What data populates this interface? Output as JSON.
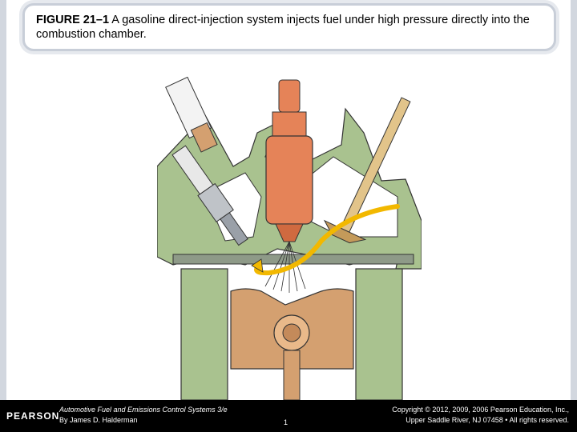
{
  "caption": {
    "figure_label": "FIGURE 21–1",
    "text": " A gasoline direct-injection system injects fuel under high pressure directly into the combustion chamber."
  },
  "footer": {
    "logo": "PEARSON",
    "book_title": "Automotive Fuel and Emissions Control Systems 3/e",
    "author": "By James D. Halderman",
    "copyright_line1": "Copyright © 2012, 2009, 2006 Pearson Education, Inc.,",
    "copyright_line2": "Upper Saddle River, NJ 07458 • All rights reserved.",
    "page_number": "1"
  },
  "colors": {
    "head_green": "#a9c28f",
    "injector_orange": "#e58358",
    "piston_tan": "#d4a070",
    "fuel_yellow": "#f2b800"
  }
}
